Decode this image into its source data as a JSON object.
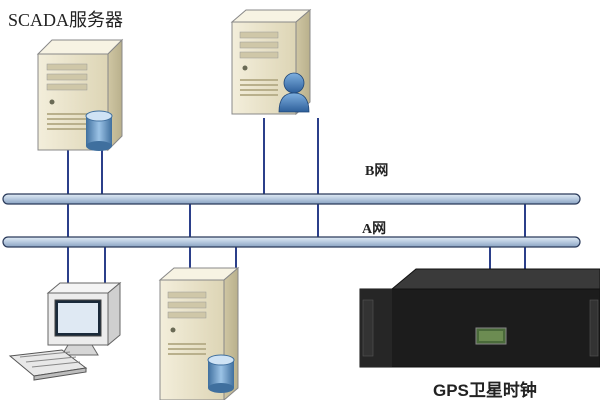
{
  "labels": {
    "scada_server": "SCADA服务器",
    "network_b": "B网",
    "network_a": "A网",
    "gps_clock": "GPS卫星时钟"
  },
  "icons": {
    "server_tower": "server-icon",
    "database": "database-icon",
    "user": "user-icon",
    "workstation": "computer-icon",
    "clock_device": "gps-clock-icon"
  },
  "colors": {
    "bus": "#b9cbe0",
    "bus_outline": "#2a3a5a",
    "link": "#2b3f8a",
    "server_body": "#efe9d0",
    "device_body": "#1c1c1c",
    "device_display": "#4a6a3a"
  }
}
